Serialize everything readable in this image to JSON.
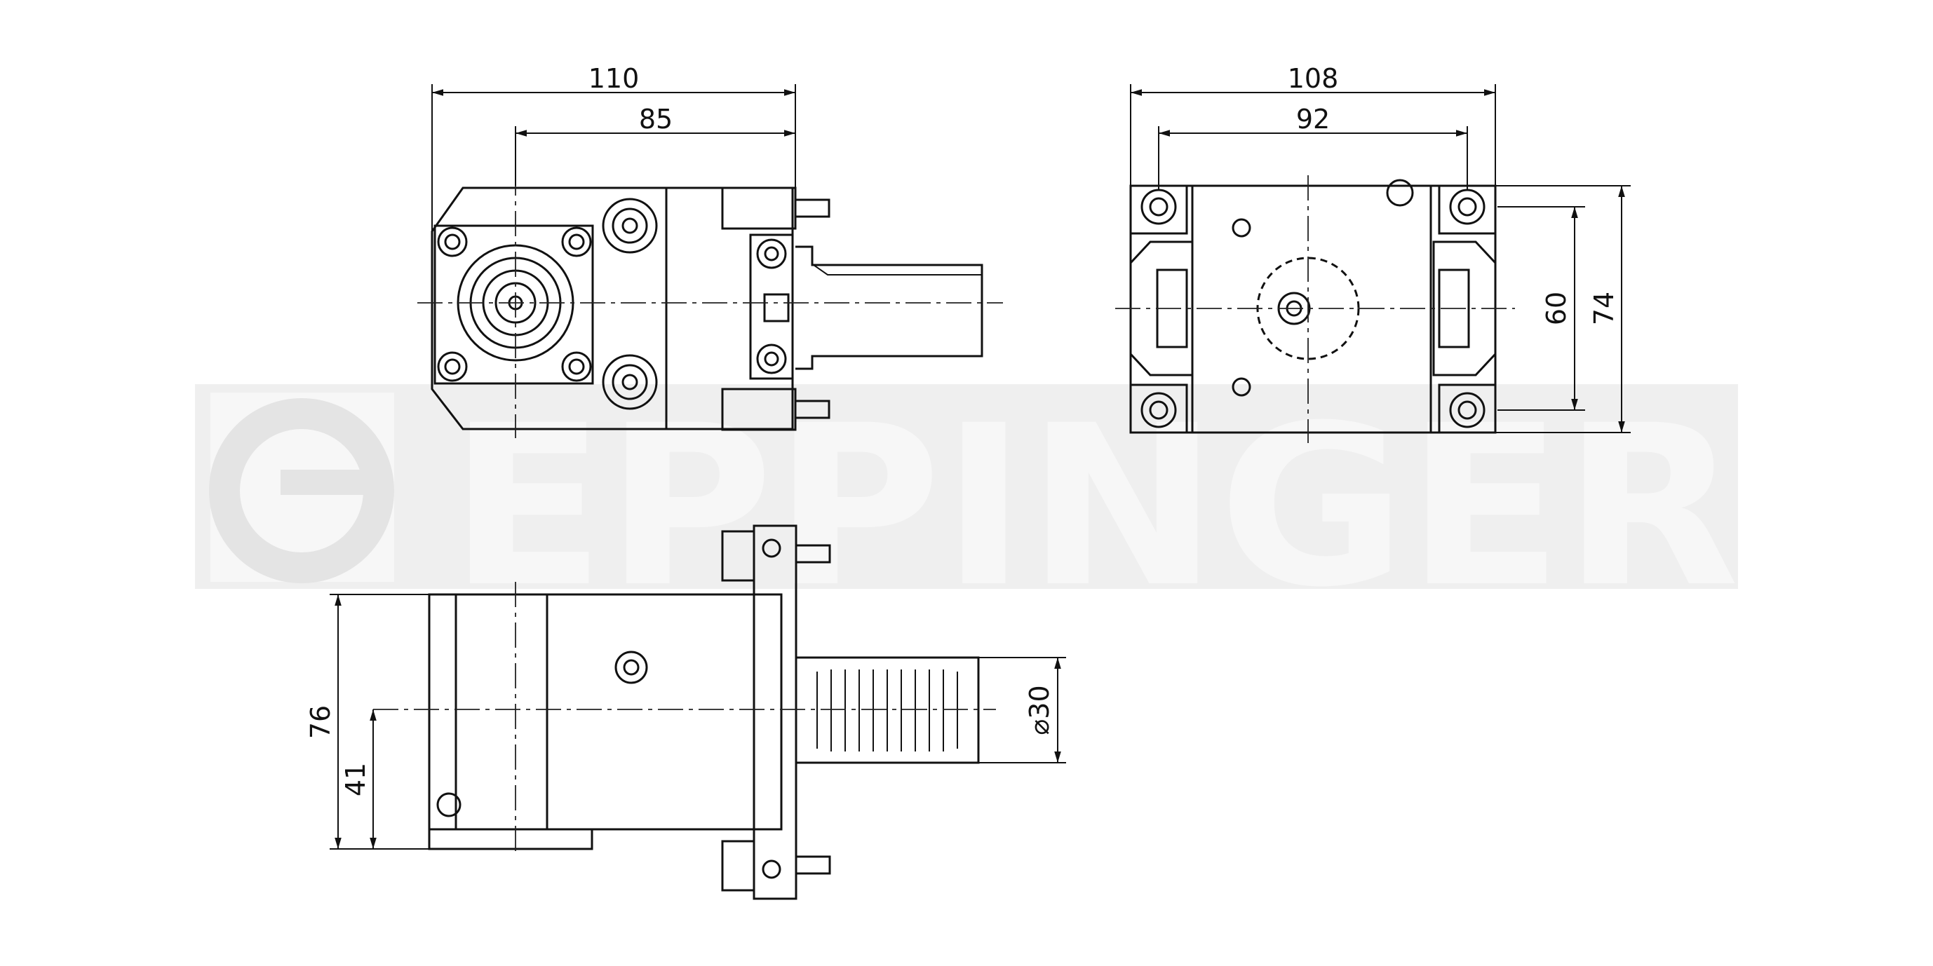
{
  "watermark": {
    "brand": "EPPINGER",
    "color": "#ececec"
  },
  "colors": {
    "line": "#111111",
    "center_line": "#222222"
  },
  "dimensions": {
    "front_width": "110",
    "front_center": "85",
    "top_width": "108",
    "top_inner": "92",
    "top_height_inner": "60",
    "top_height_outer": "74",
    "side_height": "76",
    "side_axis": "41",
    "shank_diameter": "⌀30"
  }
}
